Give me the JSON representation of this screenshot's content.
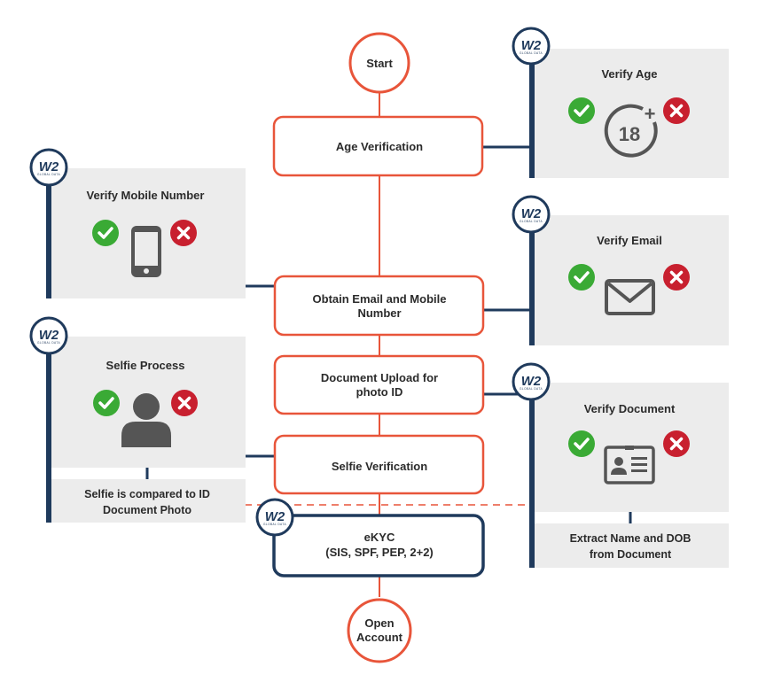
{
  "flow": {
    "start": "Start",
    "age_verification": "Age Verification",
    "obtain_email_mobile_line1": "Obtain Email and Mobile",
    "obtain_email_mobile_line2": "Number",
    "document_upload_line1": "Document Upload for",
    "document_upload_line2": "photo ID",
    "selfie_verification": "Selfie Verification",
    "ekyc_line1": "eKYC",
    "ekyc_line2": "(SIS, SPF, PEP, 2+2)",
    "open_account_line1": "Open",
    "open_account_line2": "Account"
  },
  "panels": {
    "verify_age": {
      "title": "Verify Age",
      "age_label": "18",
      "plus": "+"
    },
    "verify_mobile": {
      "title": "Verify Mobile Number"
    },
    "verify_email": {
      "title": "Verify Email"
    },
    "selfie_process": {
      "title": "Selfie Process"
    },
    "verify_document": {
      "title": "Verify Document"
    }
  },
  "notes": {
    "selfie_line1": "Selfie is compared to ID",
    "selfie_line2": "Document Photo",
    "document_line1": "Extract Name and DOB",
    "document_line2": "from Document"
  },
  "badge": {
    "logo": "W2",
    "subtitle": "GLOBAL DATA"
  },
  "icons": {
    "check": "check-circle-icon",
    "cross": "cross-circle-icon",
    "age": "age-18-plus-icon",
    "phone": "mobile-phone-icon",
    "email": "envelope-icon",
    "person": "person-icon",
    "document": "id-card-icon"
  },
  "colors": {
    "orange": "#e8553a",
    "navy": "#1f3a5c",
    "panel": "#ececec",
    "check": "#3aaa35",
    "cross": "#c8202f",
    "icon": "#555555"
  }
}
